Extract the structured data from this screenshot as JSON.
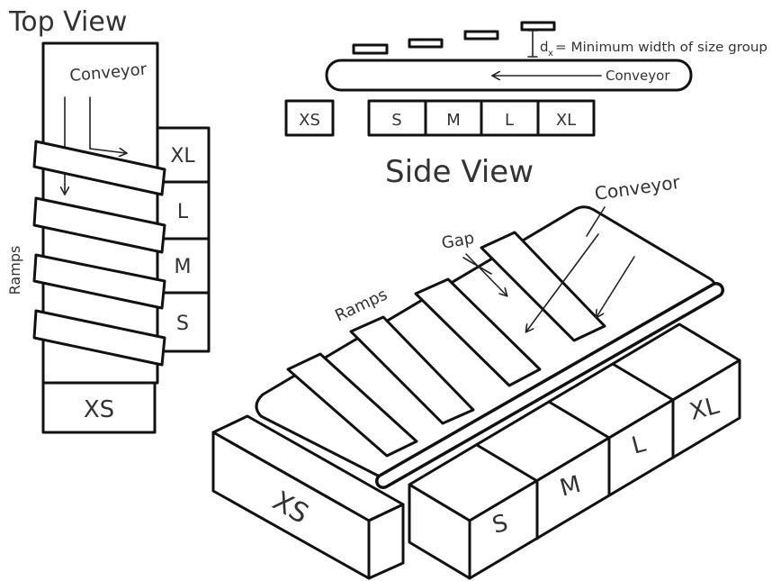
{
  "top_view": {
    "title": "Top View",
    "conveyor_label": "Conveyor",
    "ramps_label": "Ramps",
    "bins": [
      "XL",
      "L",
      "M",
      "S"
    ],
    "xs_label": "XS"
  },
  "side_view": {
    "title": "Side View",
    "conveyor_label": "Conveyor",
    "dimension_symbol": "d",
    "dimension_subscript": "x",
    "dimension_text": "= Minimum width of size group",
    "bins": [
      "S",
      "M",
      "L",
      "XL"
    ],
    "xs_label": "XS"
  },
  "iso_view": {
    "conveyor_label": "Conveyor",
    "gap_label": "Gap",
    "ramps_label": "Ramps",
    "bins": [
      "S",
      "M",
      "L",
      "XL"
    ],
    "xs_label": "XS"
  }
}
